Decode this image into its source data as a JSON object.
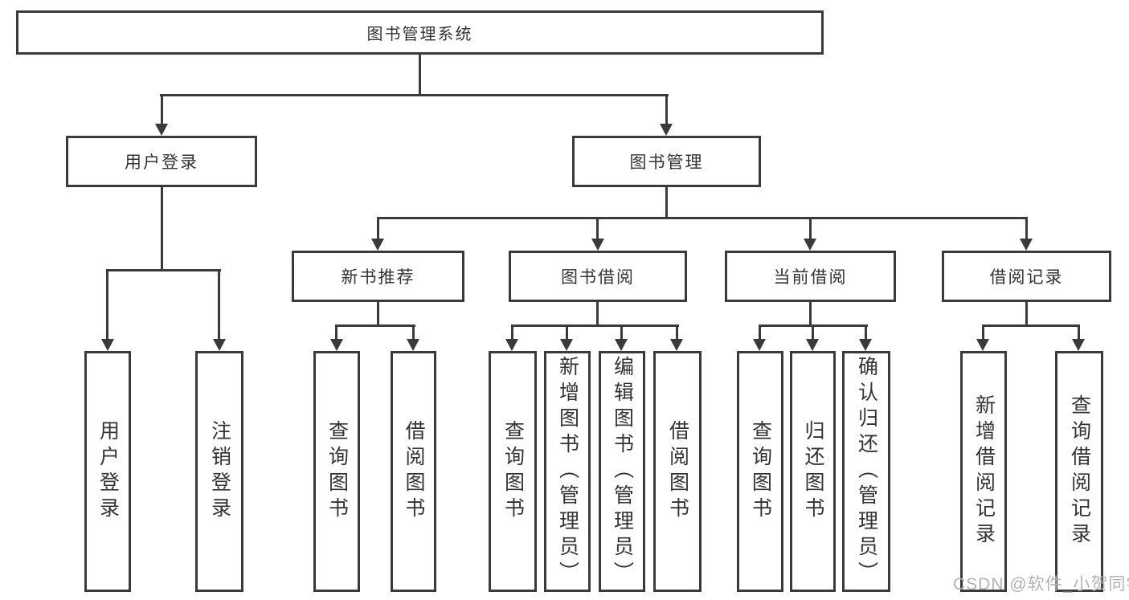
{
  "diagram": {
    "root": {
      "label": "图书管理系统"
    },
    "branches": [
      {
        "label": "用户登录",
        "children": [
          {
            "label": "用户登录"
          },
          {
            "label": "注销登录"
          }
        ]
      },
      {
        "label": "图书管理",
        "children": [
          {
            "label": "新书推荐",
            "children": [
              {
                "label": "查询图书"
              },
              {
                "label": "借阅图书"
              }
            ]
          },
          {
            "label": "图书借阅",
            "children": [
              {
                "label": "查询图书"
              },
              {
                "label": "新增图书（管理员）"
              },
              {
                "label": "编辑图书（管理员）"
              },
              {
                "label": "借阅图书"
              }
            ]
          },
          {
            "label": "当前借阅",
            "children": [
              {
                "label": "查询图书"
              },
              {
                "label": "归还图书"
              },
              {
                "label": "确认归还（管理员）"
              }
            ]
          },
          {
            "label": "借阅记录",
            "children": [
              {
                "label": "新增借阅记录"
              },
              {
                "label": "查询借阅记录"
              }
            ]
          }
        ]
      }
    ],
    "watermark": "CSDN @软件_小贺同学",
    "colors": {
      "line": "#3a3a3a",
      "text": "#333333",
      "watermark": "#b3b3b3",
      "background": "#ffffff"
    }
  }
}
